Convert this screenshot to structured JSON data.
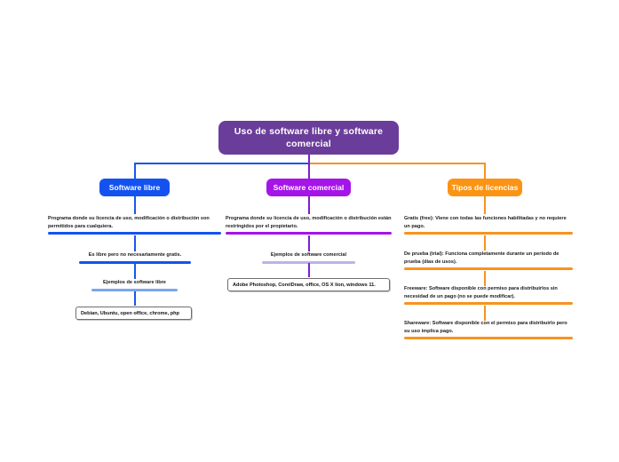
{
  "mindmap": {
    "root": {
      "label": "Uso de software libre y software comercial",
      "color": "#6b3d9a"
    },
    "branches": [
      {
        "id": "software-libre",
        "label": "Software libre",
        "color": "#1452f0",
        "nodes": [
          {
            "text": "Programa donde su licencia de uso, modificación o distribución son permitidos para cualquiera.",
            "bar_color": "#1452f0"
          },
          {
            "text": "Es libre pero no necesariamente gratis.",
            "bar_color": "#1452f0"
          },
          {
            "text": "Ejemplos de software libre",
            "bar_color": "#7aa6ef"
          }
        ],
        "example_box": "Debian, Ubuntu, open office, chrome, php"
      },
      {
        "id": "software-comercial",
        "label": "Software comercial",
        "color": "#a515e8",
        "nodes": [
          {
            "text": "Programa donde su licencia de uso, modificación o distribución están restringidos por el propietario.",
            "bar_color": "#a515e8"
          },
          {
            "text": "Ejemplos de software comercial",
            "bar_color": "#b9b5e6"
          }
        ],
        "example_box": "Adobe Photoshop, CorelDraw, office, OS X lion, windows 11."
      },
      {
        "id": "tipos-de-licencias",
        "label": "Tipos de licencias",
        "color": "#fb9415",
        "nodes": [
          {
            "text": "Gratis (free): Viene con todas las funciones habilitadas y no requiere un pago.",
            "bar_color": "#f79320"
          },
          {
            "text": "De prueba (trial): Funciona completamente durante un periodo de prueba (días de usos).",
            "bar_color": "#f79320"
          },
          {
            "text": "Freeware: Software disponible con permiso para distribuirlos sin necesidad de un pago  (no se puede modificar).",
            "bar_color": "#f79320"
          },
          {
            "text": "Shareware: Software disponible con el permiso para distribuirlo pero su uso implica pago.",
            "bar_color": "#f79320"
          }
        ],
        "example_box": null
      }
    ]
  }
}
